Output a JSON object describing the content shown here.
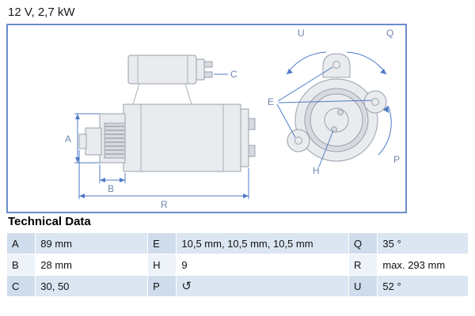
{
  "header": {
    "title": "12 V, 2,7 kW"
  },
  "colors": {
    "accent_blue": "#4f7ac7",
    "box_border": "#6a8cc7",
    "stripe": "#dbe6f2"
  },
  "drawing": {
    "labels": {
      "a": "A",
      "b": "B",
      "c": "C",
      "r": "R",
      "u": "U",
      "q": "Q",
      "e": "E",
      "h": "H",
      "p": "P"
    }
  },
  "technical_data": {
    "heading": "Technical Data",
    "rows": [
      [
        {
          "key": "A",
          "value": "89 mm"
        },
        {
          "key": "E",
          "value": "10,5 mm, 10,5 mm, 10,5 mm"
        },
        {
          "key": "Q",
          "value": "35 °"
        }
      ],
      [
        {
          "key": "B",
          "value": "28 mm"
        },
        {
          "key": "H",
          "value": "9"
        },
        {
          "key": "R",
          "value": "max. 293 mm"
        }
      ],
      [
        {
          "key": "C",
          "value": "30, 50"
        },
        {
          "key": "P",
          "value": "↺"
        },
        {
          "key": "U",
          "value": "52 °"
        }
      ]
    ]
  }
}
